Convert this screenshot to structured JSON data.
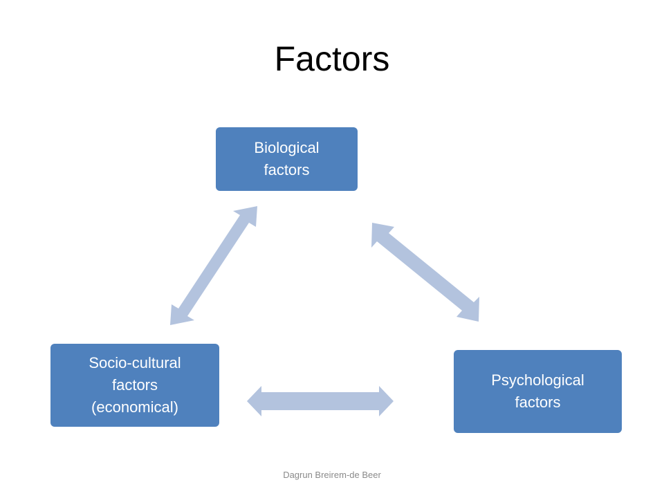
{
  "slide": {
    "title": "Factors",
    "footer": "Dagrun Breirem-de Beer"
  },
  "nodes": {
    "biological": {
      "line1": "Biological",
      "line2": "factors"
    },
    "socio_cultural": {
      "line1": "Socio-cultural",
      "line2": "factors",
      "line3": "(economical)"
    },
    "psychological": {
      "line1": "Psychological",
      "line2": "factors"
    }
  },
  "colors": {
    "box_fill": "#4f81bd",
    "arrow_fill": "#b3c3de",
    "text": "#ffffff"
  }
}
